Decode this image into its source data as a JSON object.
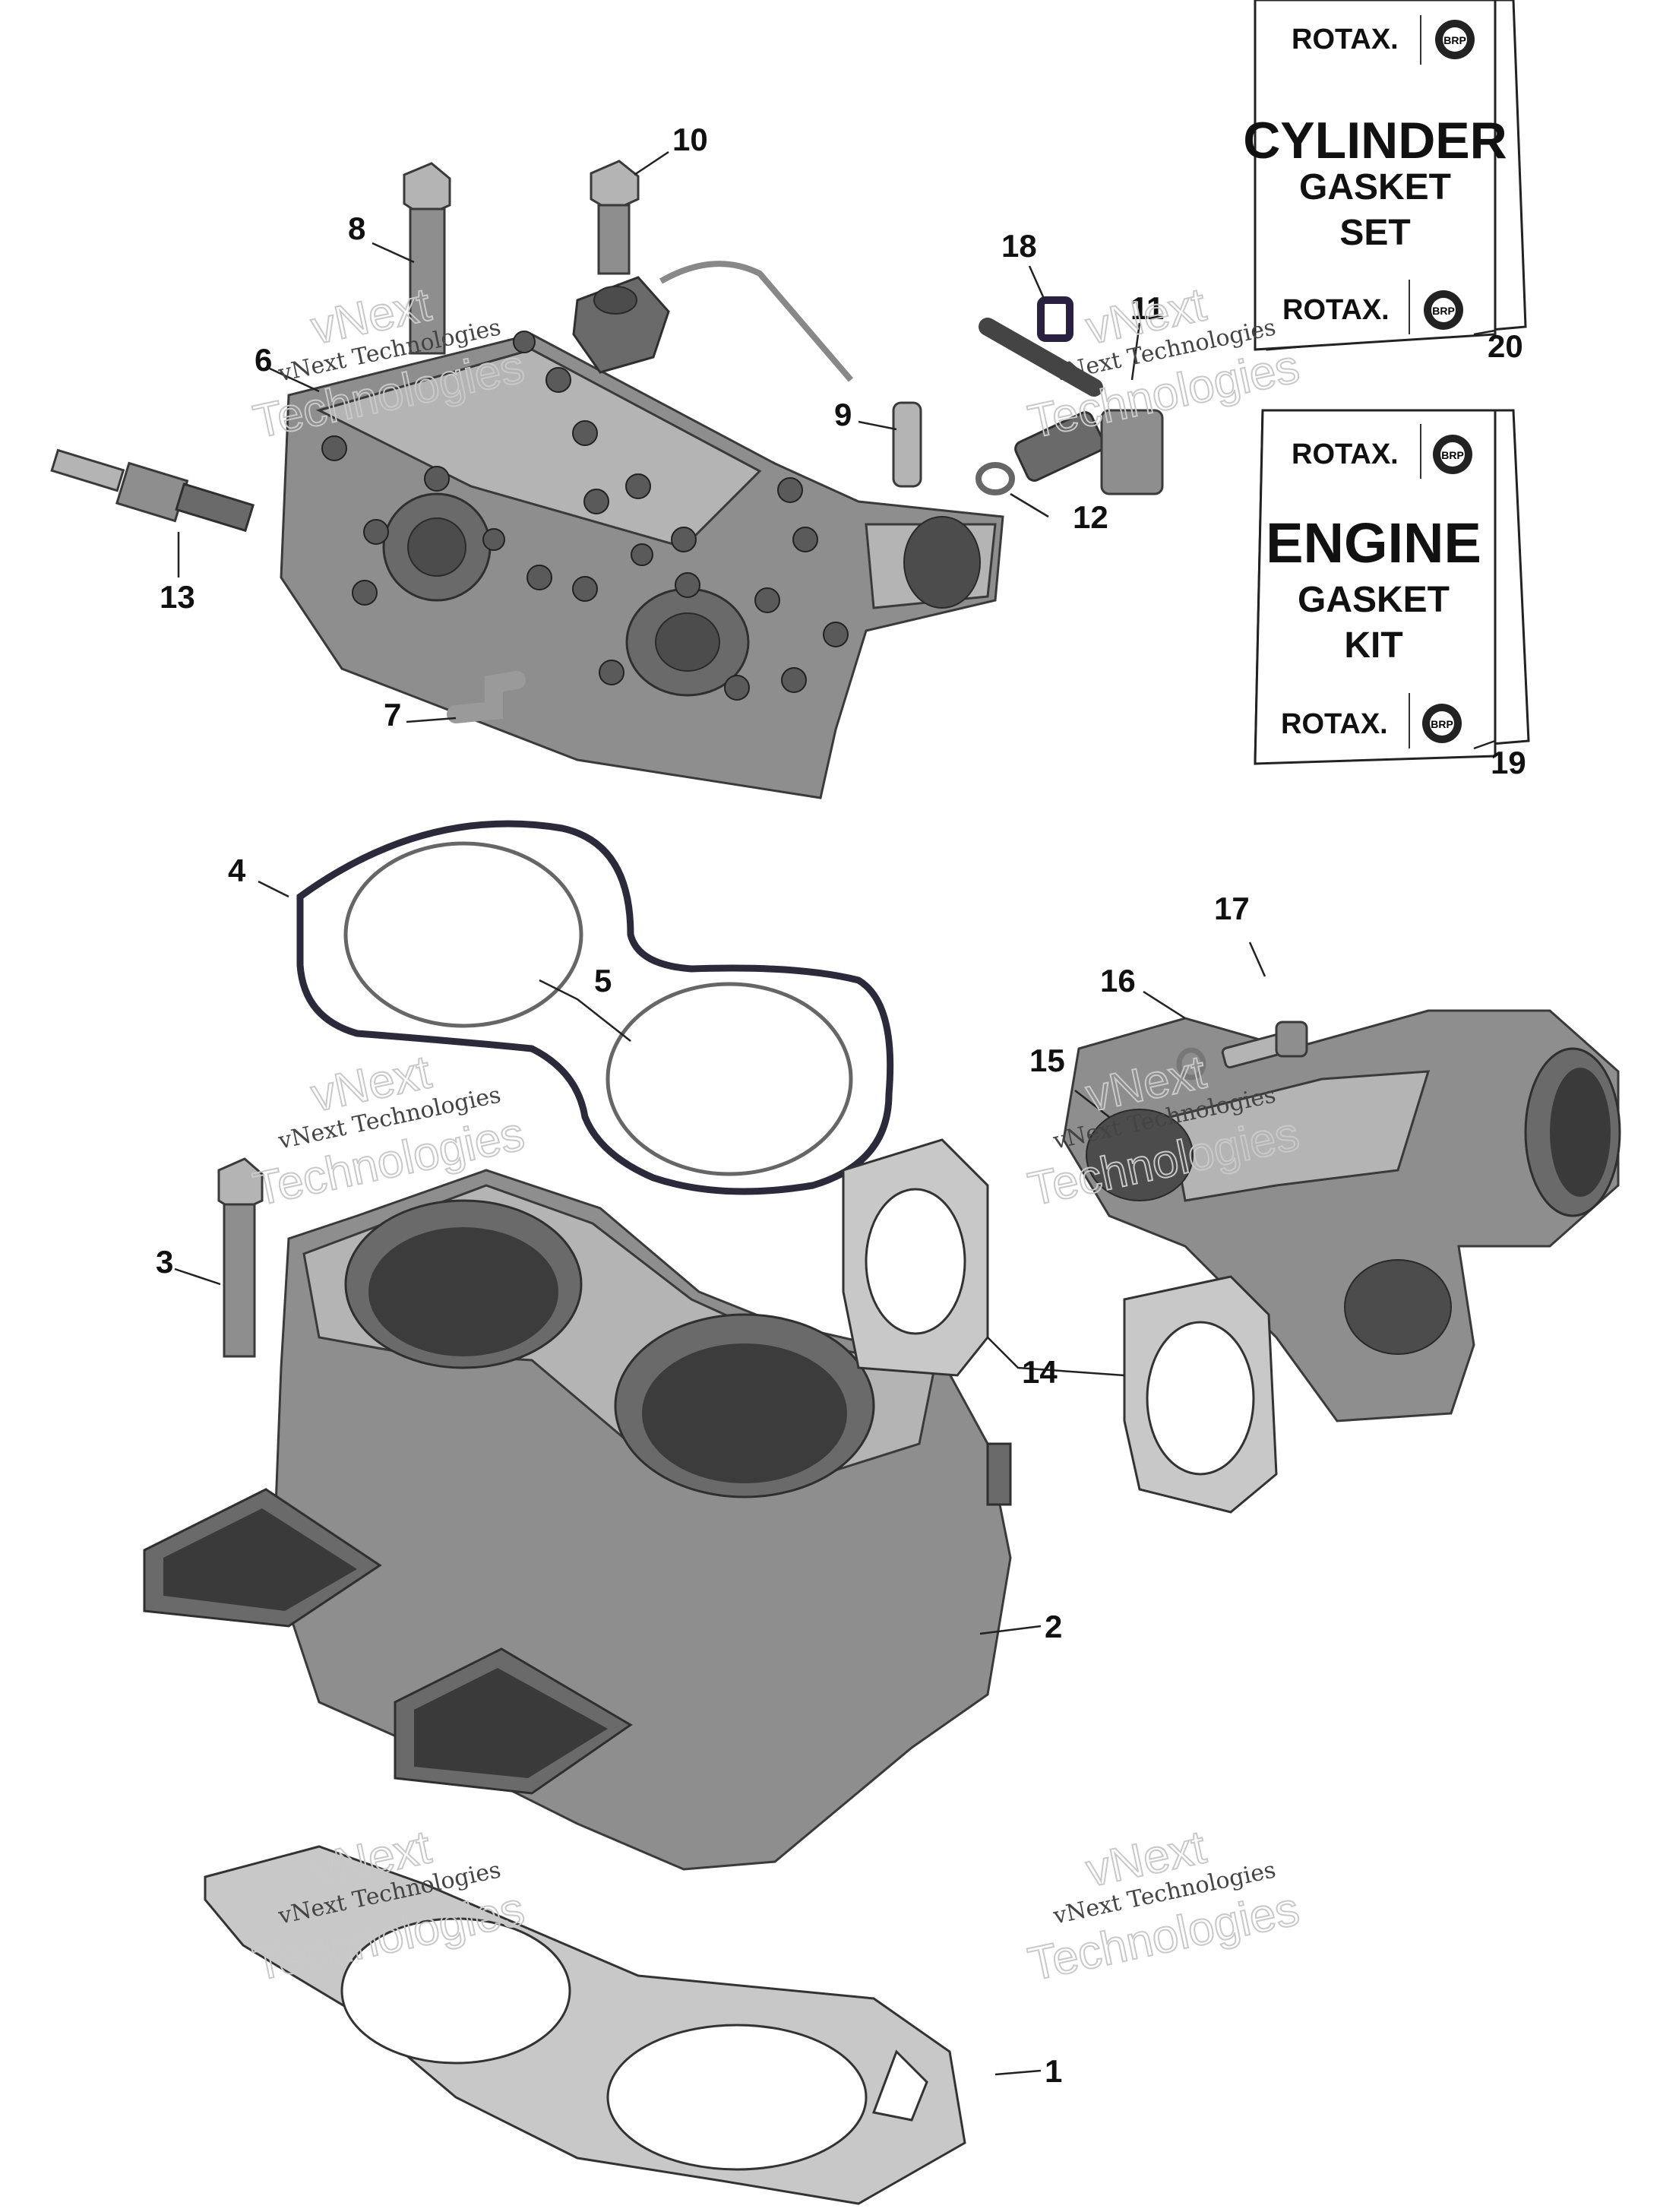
{
  "callouts": {
    "c1": "1",
    "c2": "2",
    "c3": "3",
    "c4": "4",
    "c5": "5",
    "c6": "6",
    "c7": "7",
    "c8": "8",
    "c9": "9",
    "c10": "10",
    "c11": "11",
    "c12": "12",
    "c13": "13",
    "c14": "14",
    "c15": "15",
    "c16": "16",
    "c17": "17",
    "c18": "18",
    "c19": "19",
    "c20": "20"
  },
  "kits": {
    "cylinder": {
      "brand": "ROTAX.",
      "line1": "CYLINDER",
      "line2": "GASKET",
      "line3": "SET",
      "logo": "BRP"
    },
    "engine": {
      "brand": "ROTAX.",
      "line1": "ENGINE",
      "line2": "GASKET",
      "line3": "KIT",
      "logo": "BRP"
    }
  },
  "watermark": {
    "line1": "vNext",
    "line2": "vNext Technologies",
    "line3": "Technologies"
  }
}
